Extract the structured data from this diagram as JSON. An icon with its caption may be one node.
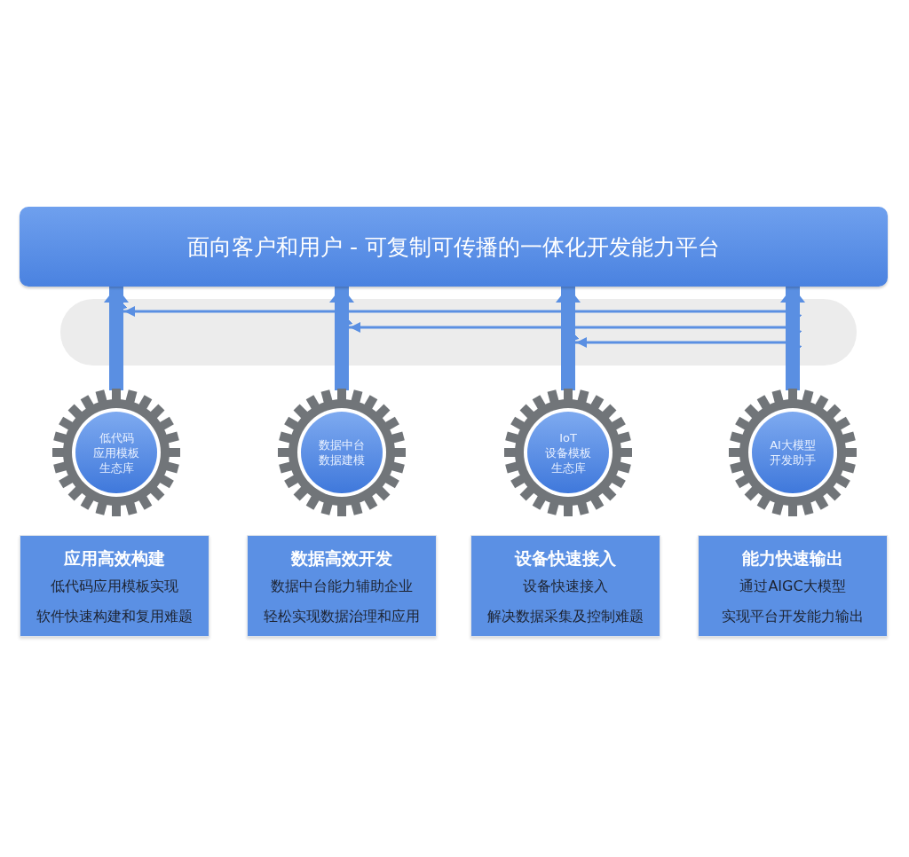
{
  "diagram": {
    "nodes": [
      {
        "text": [
          "面向客户和用户 - 可复制可传播的一体化开发能力平台"
        ]
      },
      {
        "text": [
          "低代码",
          "应用模板",
          "生态库"
        ]
      },
      {
        "text": [
          "数据中台",
          "数据建模"
        ]
      },
      {
        "text": [
          "IoT",
          "设备模板",
          "生态库"
        ]
      },
      {
        "text": [
          "AI大模型",
          "开发助手"
        ]
      },
      {
        "text": [
          "应用高效构建",
          "低代码应用模板实现",
          "软件快速构建和复用难题"
        ]
      },
      {
        "text": [
          "数据高效开发",
          "数据中台能力辅助企业",
          "轻松实现数据治理和应用"
        ]
      },
      {
        "text": [
          "设备快速接入",
          "设备快速接入",
          "解决数据采集及控制难题"
        ]
      },
      {
        "text": [
          "能力快速输出",
          "通过AIGC大模型",
          "实现平台开发能力输出"
        ]
      }
    ],
    "edges": [
      {
        "from": 1,
        "to": 0,
        "arrow": "to"
      },
      {
        "from": 2,
        "to": 0,
        "arrow": "to"
      },
      {
        "from": 3,
        "to": 0,
        "arrow": "to"
      },
      {
        "from": 4,
        "to": 0,
        "arrow": "to"
      },
      {
        "from": 4,
        "to": 1,
        "arrow": "to"
      },
      {
        "from": 4,
        "to": 2,
        "arrow": "to"
      },
      {
        "from": 4,
        "to": 3,
        "arrow": "to"
      }
    ]
  }
}
